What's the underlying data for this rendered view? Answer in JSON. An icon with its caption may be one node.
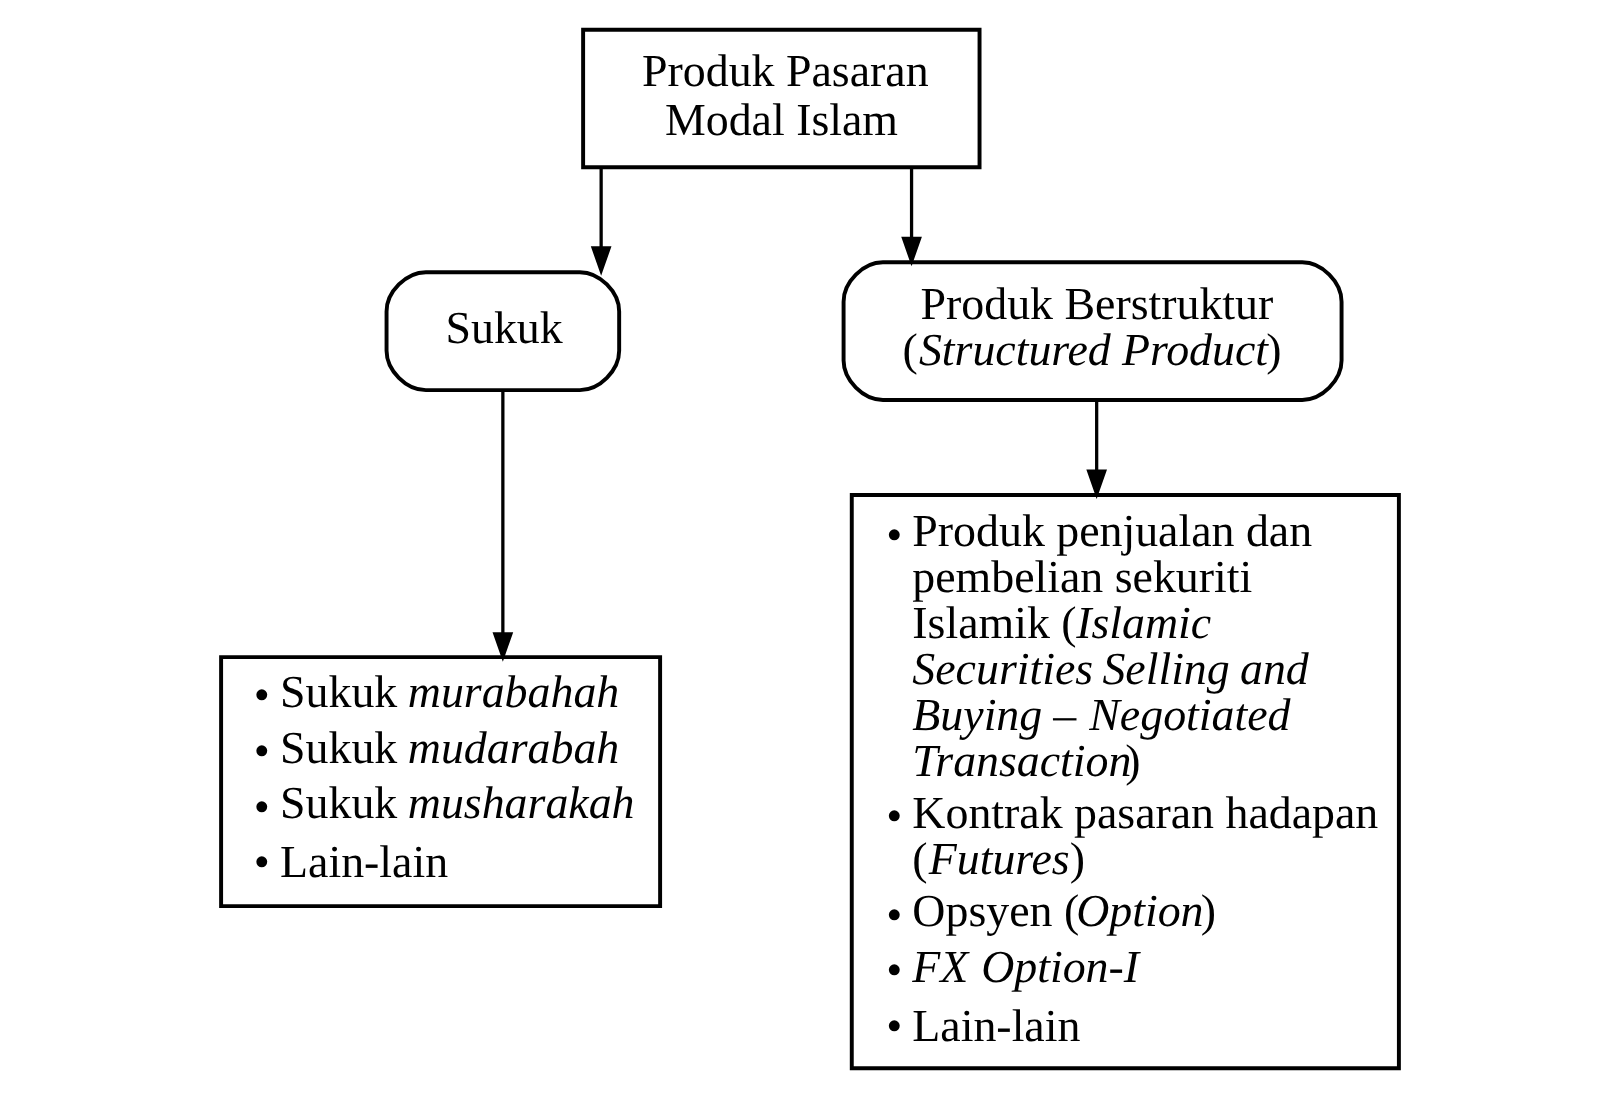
{
  "diagram": {
    "nodes": [
      {
        "text": [
          "Produk Pasaran Modal Islam"
        ]
      },
      {
        "text": [
          "Sukuk"
        ]
      },
      {
        "text": [
          "Produk Berstruktur (*Structured Product*)"
        ]
      },
      {
        "text": [
          "• Sukuk *murabahah*",
          "• Sukuk *mudarabah*",
          "• Sukuk *musharakah*",
          "• Lain-lain"
        ]
      },
      {
        "text": [
          "• Produk penjualan dan pembelian sekuriti Islamik (*Islamic Securities Selling and Buying – Negotiated Transaction*)",
          "• Kontrak pasaran hadapan (*Futures*)",
          "• Opsyen (*Option*)",
          "• *FX Option-I*",
          "• Lain-lain"
        ]
      }
    ],
    "edges": [
      {
        "from": 0,
        "to": 1,
        "arrow": "to"
      },
      {
        "from": 0,
        "to": 2,
        "arrow": "to"
      },
      {
        "from": 1,
        "to": 3,
        "arrow": "to"
      },
      {
        "from": 2,
        "to": 4,
        "arrow": "to"
      }
    ]
  }
}
